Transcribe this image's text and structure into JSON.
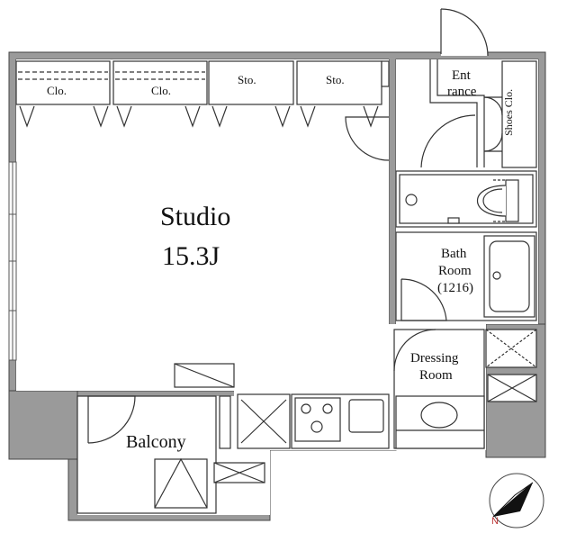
{
  "floorplan": {
    "rooms": {
      "studio": {
        "name": "Studio",
        "area": "15.3J"
      },
      "balcony": {
        "name": "Balcony"
      },
      "bath": {
        "line1": "Bath",
        "line2": "Room",
        "line3": "(1216)"
      },
      "dressing": {
        "line1": "Dressing",
        "line2": "Room"
      },
      "entrance": {
        "line1": "Ent",
        "line2": "rance"
      },
      "shoes": {
        "name": "Shoes Clo."
      }
    },
    "storage": [
      "Clo.",
      "Clo.",
      "Sto.",
      "Sto."
    ],
    "compass_letter": "N",
    "colors": {
      "wall": "#9a9a9a",
      "line": "#333333",
      "background": "#ffffff"
    }
  }
}
